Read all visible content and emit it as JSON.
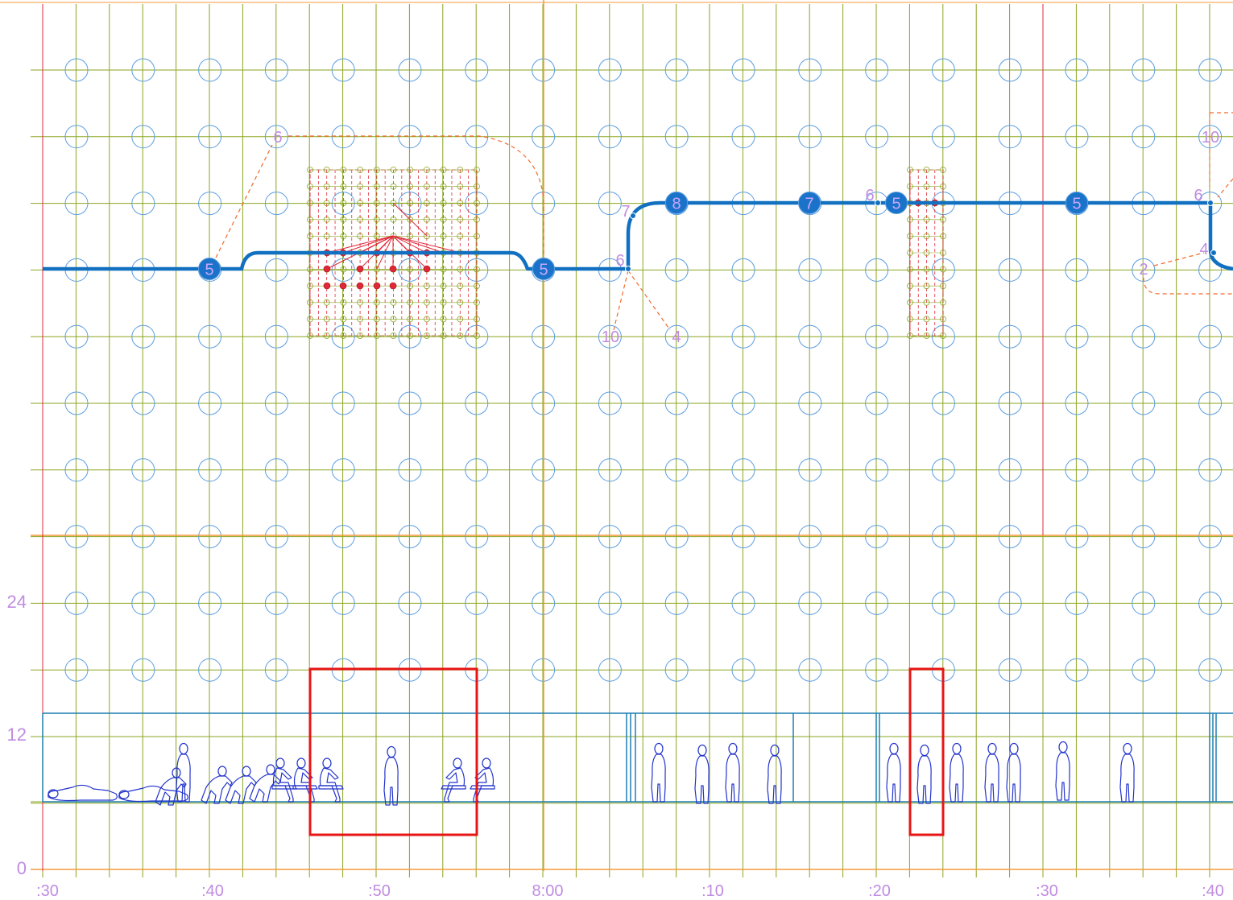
{
  "colors": {
    "grid_minor": "#8aa61f",
    "grid_major": "#f39a3a",
    "red_line": "#e0283a",
    "blue_line": "#1170c0",
    "node_fill": "#1a73c9",
    "node_outline": "#5d9ee0",
    "label": "#c08ce0",
    "dashed": "#f26b2c",
    "box_red": "#e81515",
    "person": "#2233cc",
    "strip": "#1c7fb0"
  },
  "x_axis": {
    "labels": [
      ":30",
      ":40",
      ":50",
      "8:00",
      ":10",
      ":20",
      ":30",
      ":40"
    ]
  },
  "y_axis": {
    "labels": [
      "0",
      "12",
      "24"
    ]
  },
  "path_nodes": [
    {
      "id": "n1",
      "value": "5"
    },
    {
      "id": "n2",
      "value": "5"
    },
    {
      "id": "n3",
      "value": "8"
    },
    {
      "id": "n4",
      "value": "7"
    },
    {
      "id": "n5",
      "value": "5"
    },
    {
      "id": "n6",
      "value": "5"
    }
  ],
  "annotations": [
    {
      "id": "a1",
      "value": "6"
    },
    {
      "id": "a2",
      "value": "7"
    },
    {
      "id": "a3",
      "value": "6"
    },
    {
      "id": "a4",
      "value": "10"
    },
    {
      "id": "a5",
      "value": "4"
    },
    {
      "id": "a6",
      "value": "6"
    },
    {
      "id": "a7",
      "value": "10"
    },
    {
      "id": "a8",
      "value": "6"
    },
    {
      "id": "a9",
      "value": "4"
    },
    {
      "id": "a10",
      "value": "2"
    }
  ],
  "figures": {
    "group1": [
      "lying",
      "lying",
      "sitting",
      "bending",
      "crouch",
      "crouch",
      "kneel",
      "kneel",
      "sit",
      "sit"
    ],
    "group2": [
      "stand",
      "stand",
      "stand",
      "stand"
    ],
    "group3": [
      "stand",
      "stand",
      "stand",
      "stand",
      "walk",
      "stand",
      "stand"
    ],
    "highlight": [
      "stand"
    ]
  }
}
